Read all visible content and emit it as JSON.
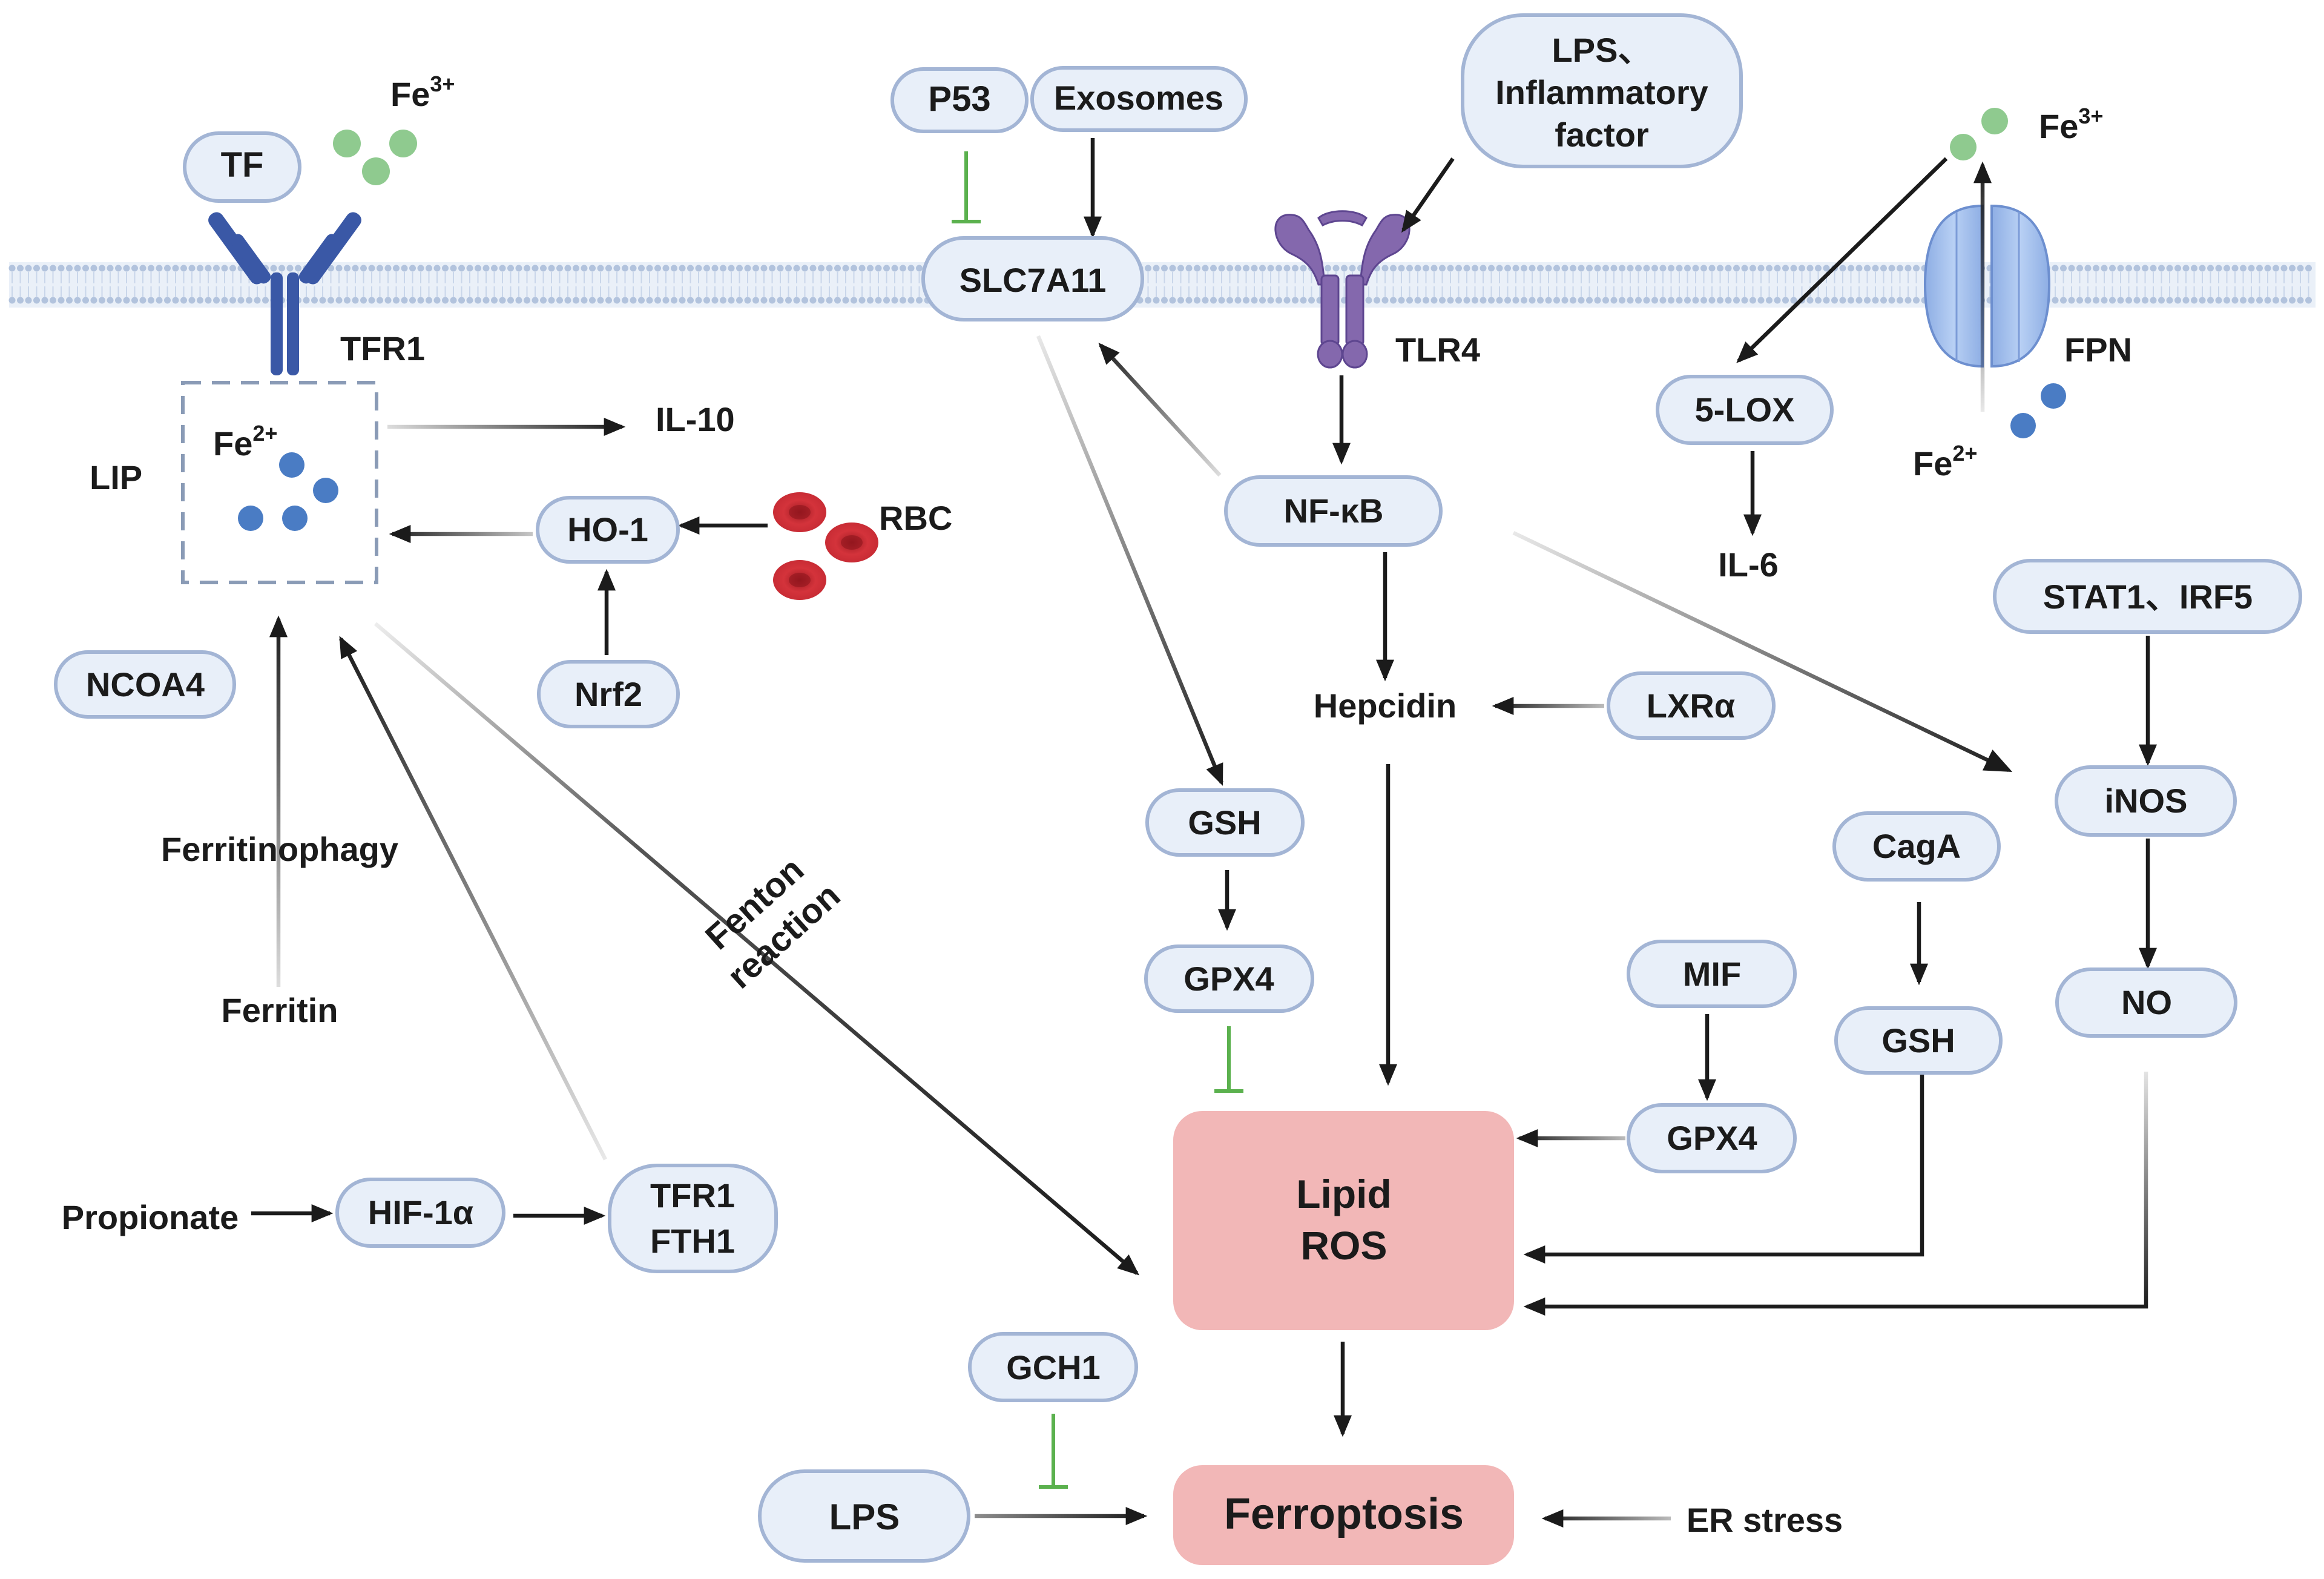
{
  "colors": {
    "node_fill": "#e8eff9",
    "node_stroke": "#a3b5d5",
    "ros_fill": "#f2b7b7",
    "arrow": "#1b1b1b",
    "inhibit": "#5bb14e",
    "fe3": "#8fca8f",
    "fe2": "#4a7cc4",
    "receptor": "#3a58a6",
    "tlr4": "#8468ad",
    "fpn": "#a7c3ee",
    "rbc": "#cf2f37",
    "membrane": "#b2c3dd"
  },
  "icons": {
    "membrane": "lipid-bilayer-icon",
    "tfr1": "tfr1-receptor-icon",
    "tlr4": "tlr4-receptor-icon",
    "fpn": "ferroportin-channel-icon",
    "rbc": "red-blood-cell-icon",
    "fe3": "ferric-iron-dot-icon",
    "fe2": "ferrous-iron-dot-icon"
  },
  "nodes": {
    "tf": "TF",
    "p53": "P53",
    "exosomes": "Exosomes",
    "lps_inflammatory": [
      "LPS、",
      "Inflammatory",
      "factor"
    ],
    "slc7a11": "SLC7A11",
    "ho1": "HO-1",
    "nrf2": "Nrf2",
    "ncoa4": "NCOA4",
    "nfkb": "NF-κB",
    "lox5": "5-LOX",
    "stat1_irf5": "STAT1、IRF5",
    "lxra": "LXRα",
    "gsh_left": "GSH",
    "gpx4_left": "GPX4",
    "cagA": "CagA",
    "inos": "iNOS",
    "mif": "MIF",
    "gsh_right": "GSH",
    "no": "NO",
    "gpx4_right": "GPX4",
    "hif1a": "HIF-1α",
    "tfr1_fth1": [
      "TFR1",
      "FTH1"
    ],
    "lipid_ros": [
      "Lipid",
      "ROS"
    ],
    "gch1": "GCH1",
    "lps": "LPS",
    "ferroptosis": "Ferroptosis"
  },
  "labels": {
    "fe3_left_base": "Fe",
    "fe3_left_sup": "3+",
    "fe3_right_base": "Fe",
    "fe3_right_sup": "3+",
    "fe2_lip_base": "Fe",
    "fe2_lip_sup": "2+",
    "fe2_fpn_base": "Fe",
    "fe2_fpn_sup": "2+",
    "tfr1": "TFR1",
    "tlr4": "TLR4",
    "fpn": "FPN",
    "lip": "LIP",
    "il10": "IL-10",
    "rbc": "RBC",
    "il6": "IL-6",
    "hepcidin": "Hepcidin",
    "ferritinophagy": "Ferritinophagy",
    "ferritin": "Ferritin",
    "fenton": [
      "Fenton",
      "reaction"
    ],
    "propionate": "Propionate",
    "er_stress": "ER stress"
  }
}
